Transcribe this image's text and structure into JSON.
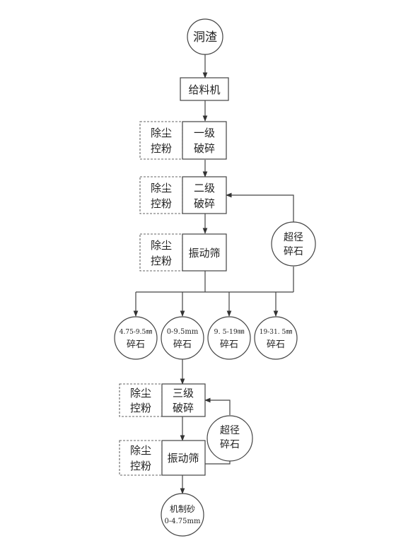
{
  "nodes": {
    "start": "洞渣",
    "feeder": "给料机",
    "dust_1": [
      "除尘",
      "控粉"
    ],
    "crush_1": [
      "一级",
      "破碎"
    ],
    "dust_2": [
      "除尘",
      "控粉"
    ],
    "crush_2": [
      "二级",
      "破碎"
    ],
    "dust_3": [
      "除尘",
      "控粉"
    ],
    "screen_1": "振动筛",
    "oversize_1": [
      "超径",
      "碎石"
    ],
    "product_a": [
      "4.75-9.5㎜",
      "碎石"
    ],
    "product_b": [
      "0-9.5mm",
      "碎石"
    ],
    "product_c": [
      "9. 5-19㎜",
      "碎石"
    ],
    "product_d": [
      "19-31. 5㎜",
      "碎石"
    ],
    "dust_4": [
      "除尘",
      "控粉"
    ],
    "crush_3": [
      "三级",
      "破碎"
    ],
    "oversize_2": [
      "超径",
      "碎石"
    ],
    "dust_5": [
      "除尘",
      "控粉"
    ],
    "screen_2": "振动筛",
    "sand": [
      "机制砂",
      "0-4.75mm"
    ]
  }
}
